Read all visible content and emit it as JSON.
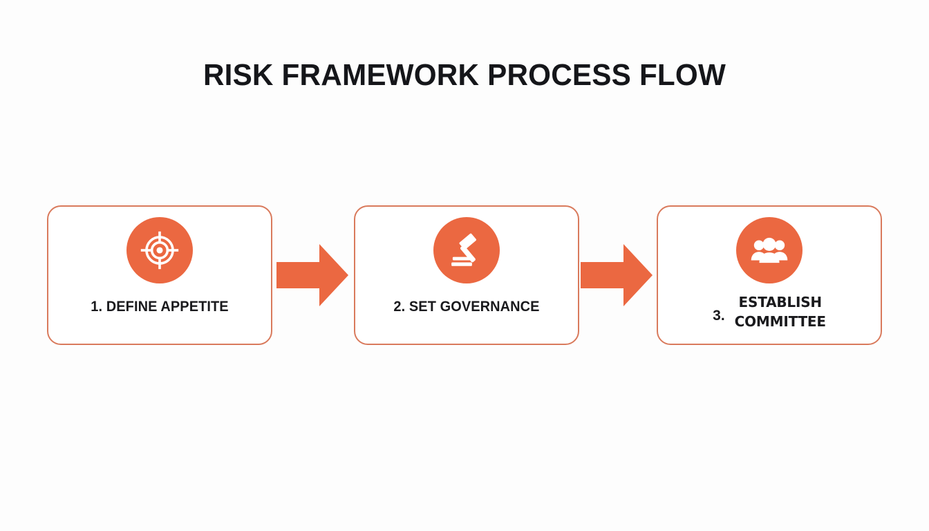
{
  "slide": {
    "title": "RISK FRAMEWORK PROCESS FLOW",
    "background_color": "#fdfdfd"
  },
  "theme": {
    "accent_fill": "#eb6841",
    "card_border": "#d97a5c",
    "text_color": "#1a1a1d",
    "card_background": "#ffffff"
  },
  "flow": {
    "steps": [
      {
        "number": "1.",
        "label": "1. DEFINE APPETITE",
        "text": "DEFINE APPETITE",
        "icon": "target-icon"
      },
      {
        "number": "2.",
        "label": "2. SET GOVERNANCE",
        "text": "SET GOVERNANCE",
        "icon": "gavel-icon"
      },
      {
        "number": "3.",
        "label": "3. ESTABLISH COMMITTEE",
        "text": "ESTABLISH\nCOMMITTEE",
        "icon": "people-group-icon"
      }
    ],
    "connectors": [
      {
        "direction": "right",
        "icon": "arrow-right-icon"
      },
      {
        "direction": "right",
        "icon": "arrow-right-icon"
      }
    ]
  }
}
